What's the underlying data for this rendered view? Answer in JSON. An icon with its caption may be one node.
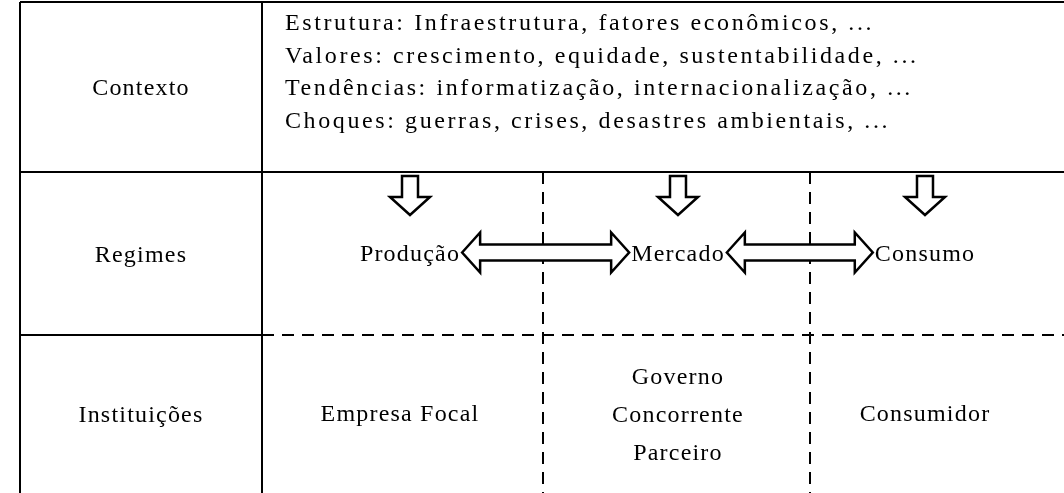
{
  "diagram": {
    "nodes": [
      {
        "text": [
          "Contexto"
        ]
      },
      {
        "text": [
          "Estrutura: Infraestrutura, fatores econômicos, ...",
          "Valores: crescimento, equidade, sustentabilidade, ...",
          "Tendências: informatização, internacionalização, ...",
          "Choques: guerras, crises, desastres ambientais, ..."
        ]
      },
      {
        "text": [
          "Regimes"
        ]
      },
      {
        "text": [
          "Produção"
        ]
      },
      {
        "text": [
          "Mercado"
        ]
      },
      {
        "text": [
          "Consumo"
        ]
      },
      {
        "text": [
          "Instituições"
        ]
      },
      {
        "text": [
          "Empresa Focal"
        ]
      },
      {
        "text": [
          "Governo",
          "Concorrente",
          "Parceiro"
        ]
      },
      {
        "text": [
          "Consumidor"
        ]
      }
    ],
    "edges": [
      {
        "from": 1,
        "to": 3,
        "arrow": "to"
      },
      {
        "from": 1,
        "to": 4,
        "arrow": "to"
      },
      {
        "from": 1,
        "to": 5,
        "arrow": "to"
      },
      {
        "from": 3,
        "to": 4,
        "arrow": "both"
      },
      {
        "from": 4,
        "to": 5,
        "arrow": "both"
      }
    ]
  }
}
